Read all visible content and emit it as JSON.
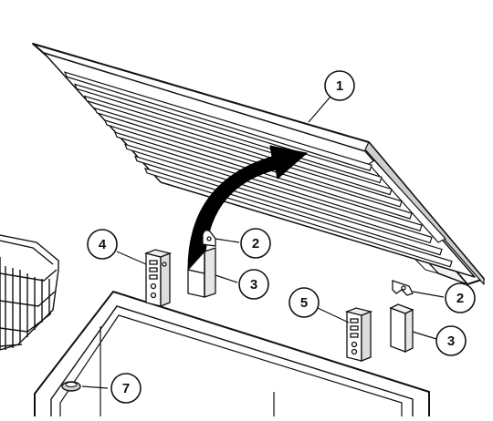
{
  "callouts": [
    {
      "id": "lid",
      "label": "1"
    },
    {
      "id": "hinge-top-left",
      "label": "2"
    },
    {
      "id": "hinge-cover-left",
      "label": "3"
    },
    {
      "id": "hinge-bracket-left",
      "label": "4"
    },
    {
      "id": "hinge-bracket-right",
      "label": "5"
    },
    {
      "id": "hinge-top-right",
      "label": "2"
    },
    {
      "id": "hinge-cover-right",
      "label": "3"
    },
    {
      "id": "drain-plug",
      "label": "7"
    }
  ],
  "colors": {
    "line": "#111111",
    "fill": "#ffffff",
    "shade": "#d9d9d9",
    "arrow": "#000000"
  }
}
